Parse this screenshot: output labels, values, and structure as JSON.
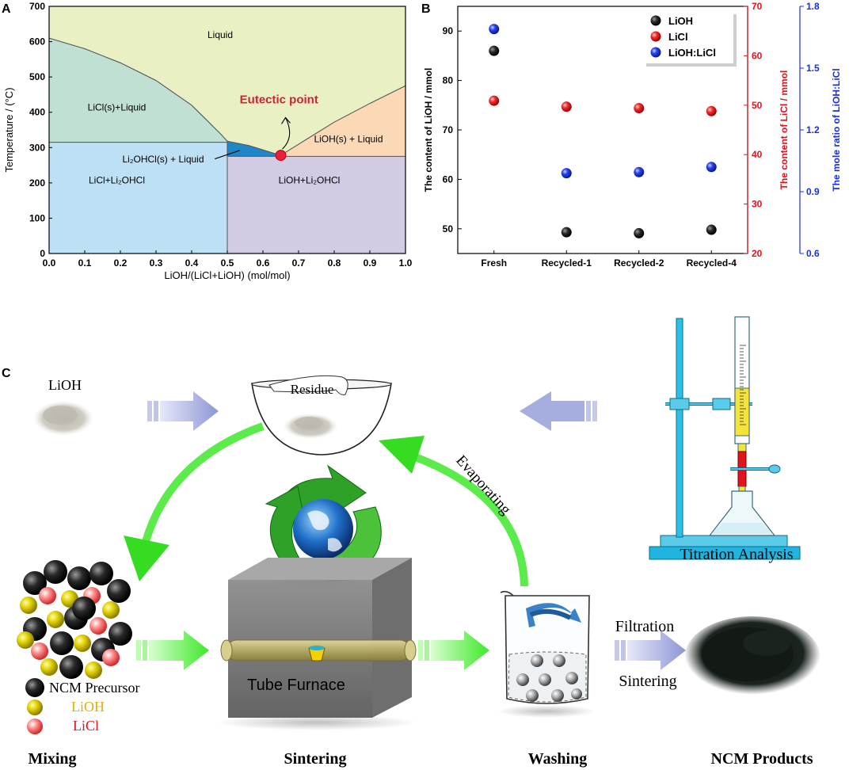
{
  "panel_a": {
    "letter": "A",
    "xlabel": "LiOH/(LiCl+LiOH) (mol/mol)",
    "ylabel": "Temperature / (°C)",
    "xticks": [
      "0.0",
      "0.1",
      "0.2",
      "0.3",
      "0.4",
      "0.5",
      "0.6",
      "0.7",
      "0.8",
      "0.9",
      "1.0"
    ],
    "yticks": [
      "0",
      "100",
      "200",
      "300",
      "400",
      "500",
      "600",
      "700"
    ],
    "regions": {
      "liquid": "Liquid",
      "licl_liquid": "LiCl(s)+Liquid",
      "li2ohcl_liquid": "Li₂OHCl(s) + Liquid",
      "lioh_liquid": "LiOH(s) + Liquid",
      "licl_li2ohcl": "LiCl+Li₂OHCl",
      "lioh_li2ohcl": "LiOH+Li₂OHCl"
    },
    "eutectic_label": "Eutectic point",
    "colors": {
      "liquid": "#e9f0c4",
      "licl_liquid": "#bfe0d2",
      "lioh_liquid": "#fbd9b6",
      "licl_li2ohcl": "#bde0f4",
      "lioh_li2ohcl": "#d2cbe3",
      "li2ohcl_band": "#1e87c8",
      "eutectic": "#e8203a"
    }
  },
  "chart_data": {
    "type": "scatter",
    "panel": "B",
    "categories": [
      "Fresh",
      "Recycled-1",
      "Recycled-2",
      "Recycled-4"
    ],
    "series": [
      {
        "name": "LiOH",
        "axis": "left",
        "color": "#111111",
        "values": [
          86.0,
          49.3,
          49.1,
          49.8
        ]
      },
      {
        "name": "LiCl",
        "axis": "right1",
        "color": "#e0141e",
        "values": [
          50.9,
          49.7,
          49.4,
          48.8
        ]
      },
      {
        "name": "LiOH:LiCl",
        "axis": "right2",
        "color": "#1830e0",
        "values": [
          1.69,
          0.99,
          0.995,
          1.02
        ]
      }
    ],
    "ylabel_left": "The content of LiOH / mmol",
    "ylabel_right1": "The content of LiCl / mmol",
    "ylabel_right2": "The mole ratio of LiOH:LiCl",
    "ylim_left": [
      45,
      95
    ],
    "ylim_right1": [
      20,
      70
    ],
    "ylim_right2": [
      0.6,
      1.8
    ],
    "yticks_left": [
      "50",
      "60",
      "70",
      "80",
      "90"
    ],
    "yticks_right1": [
      "20",
      "30",
      "40",
      "50",
      "60",
      "70"
    ],
    "yticks_right2": [
      "0.6",
      "0.9",
      "1.2",
      "1.5",
      "1.8"
    ],
    "legend_position": "top-right",
    "grid": false
  },
  "panel_c": {
    "letter": "C",
    "lioh_label": "LiOH",
    "residue_label": "Residue",
    "evaporating_label": "Evaporating",
    "titration_label": "Titration Analysis",
    "tube_furnace_label": "Tube Furnace",
    "filtration_label": "Filtration",
    "sintering_step_label": "Sintering",
    "legend_ncm": "NCM Precursor",
    "legend_lioh": "LiOH",
    "legend_licl": "LiCl",
    "steps": [
      "Mixing",
      "Sintering",
      "Washing",
      "NCM Products"
    ],
    "colors": {
      "green_arrow": "#3ee82a",
      "lavender_arrow": "#9ea6dc",
      "lioh_text": "#e0b000",
      "licl_text": "#e0141e"
    }
  }
}
